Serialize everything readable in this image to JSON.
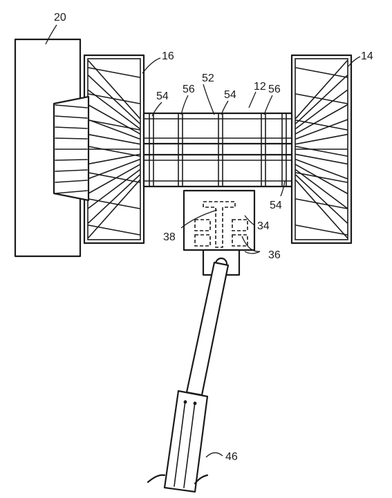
{
  "figure": {
    "labels": {
      "l20": "20",
      "l16": "16",
      "l14": "14",
      "l12": "12",
      "l52": "52",
      "l54a": "54",
      "l56a": "56",
      "l54b": "54",
      "l56b": "56",
      "l54c": "54",
      "l34": "34",
      "l38": "38",
      "l36": "36",
      "l46": "46"
    }
  }
}
